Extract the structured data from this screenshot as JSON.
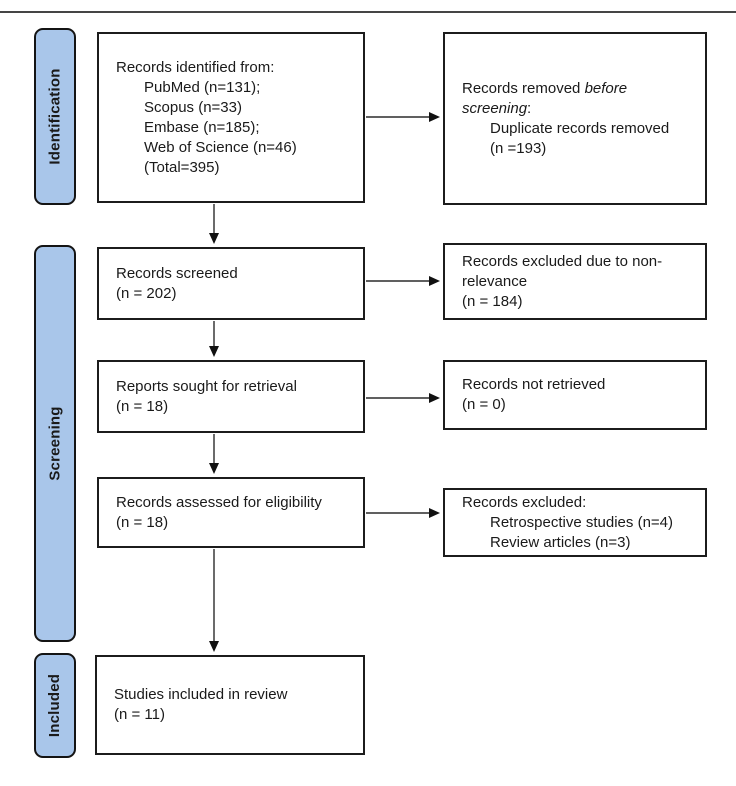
{
  "figure": {
    "kind": "PRISMA flow diagram"
  },
  "colors": {
    "stage_fill": "#a9c6ea",
    "stage_border": "#141414",
    "box_border": "#1c1c1c",
    "arrow": "#2b2b2b",
    "top_rule": "#454545"
  },
  "stages": {
    "identification": "Identification",
    "screening": "Screening",
    "included": "Included"
  },
  "boxes": {
    "identified": {
      "lines": [
        {
          "segments": [
            {
              "t": "Records identified from:"
            }
          ],
          "indent": 0
        },
        {
          "segments": [
            {
              "t": "PubMed (n=131);"
            }
          ],
          "indent": 1
        },
        {
          "segments": [
            {
              "t": "Scopus (n=33)"
            }
          ],
          "indent": 1
        },
        {
          "segments": [
            {
              "t": "Embase (n=185);"
            }
          ],
          "indent": 1
        },
        {
          "segments": [
            {
              "t": "Web of Science (n=46)"
            }
          ],
          "indent": 1
        },
        {
          "segments": [
            {
              "t": "(Total=395)"
            }
          ],
          "indent": 1
        }
      ]
    },
    "removed_before_screening": {
      "lines": [
        {
          "segments": [
            {
              "t": "Records removed "
            },
            {
              "t": "before",
              "i": true
            }
          ],
          "indent": 0
        },
        {
          "segments": [
            {
              "t": "screening",
              "i": true
            },
            {
              "t": ":"
            }
          ],
          "indent": 0
        },
        {
          "segments": [
            {
              "t": "Duplicate records removed"
            }
          ],
          "indent": 1
        },
        {
          "segments": [
            {
              "t": "(n =193)"
            }
          ],
          "indent": 1
        }
      ]
    },
    "screened": {
      "lines": [
        {
          "segments": [
            {
              "t": "Records screened"
            }
          ],
          "indent": 0
        },
        {
          "segments": [
            {
              "t": "(n = 202)"
            }
          ],
          "indent": 0
        }
      ]
    },
    "excluded_nonrelevance": {
      "lines": [
        {
          "segments": [
            {
              "t": "Records excluded due to non-"
            }
          ],
          "indent": 0
        },
        {
          "segments": [
            {
              "t": "relevance"
            }
          ],
          "indent": 0
        },
        {
          "segments": [
            {
              "t": "(n = 184)"
            }
          ],
          "indent": 0
        }
      ]
    },
    "sought_retrieval": {
      "lines": [
        {
          "segments": [
            {
              "t": "Reports sought for retrieval"
            }
          ],
          "indent": 0
        },
        {
          "segments": [
            {
              "t": "(n = 18)"
            }
          ],
          "indent": 0
        }
      ]
    },
    "not_retrieved": {
      "lines": [
        {
          "segments": [
            {
              "t": "Records not retrieved"
            }
          ],
          "indent": 0
        },
        {
          "segments": [
            {
              "t": "(n = 0)"
            }
          ],
          "indent": 0
        }
      ]
    },
    "assessed_eligibility": {
      "lines": [
        {
          "segments": [
            {
              "t": "Records assessed for eligibility"
            }
          ],
          "indent": 0
        },
        {
          "segments": [
            {
              "t": "(n = 18)"
            }
          ],
          "indent": 0
        }
      ]
    },
    "excluded_eligibility": {
      "lines": [
        {
          "segments": [
            {
              "t": "Records excluded:"
            }
          ],
          "indent": 0
        },
        {
          "segments": [
            {
              "t": "Retrospective studies (n=4)"
            }
          ],
          "indent": 1
        },
        {
          "segments": [
            {
              "t": "Review articles (n=3)"
            }
          ],
          "indent": 1
        }
      ]
    },
    "included_review": {
      "lines": [
        {
          "segments": [
            {
              "t": "Studies included in review"
            }
          ],
          "indent": 0
        },
        {
          "segments": [
            {
              "t": "(n = 11)"
            }
          ],
          "indent": 0
        }
      ]
    }
  }
}
